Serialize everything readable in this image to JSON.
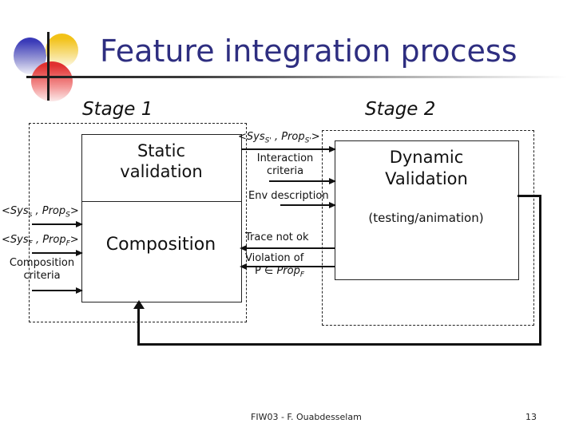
{
  "title": "Feature integration process",
  "stages": {
    "stage1": "Stage 1",
    "stage2": "Stage 2"
  },
  "boxes": {
    "static_validation": "Static validation",
    "composition": "Composition",
    "dynamic_validation": "Dynamic Validation",
    "dynamic_subtitle": "(testing/animation)"
  },
  "labels": {
    "sys_s_prime": {
      "open": "<Sys",
      "sub1": "S'",
      "sep": " , Prop",
      "sub2": "S'",
      "close": ">"
    },
    "interaction_criteria": "Interaction criteria",
    "env_description": "Env description",
    "trace_not_ok": "Trace not ok",
    "violation_line1": "Violation of",
    "violation_line2": {
      "pre": "P ∈ ",
      "prop": "Prop",
      "sub": "F"
    },
    "sys_s": {
      "open": "<Sys",
      "sub1": "s",
      "sep": " , Prop",
      "sub2": "S",
      "close": ">"
    },
    "sys_f": {
      "open": "<Sys",
      "sub1": "F",
      "sep": " , Prop",
      "sub2": "F",
      "close": ">"
    },
    "composition_criteria": "Composition criteria"
  },
  "footer": {
    "text": "FIW03 - F. Ouabdesselam",
    "page": "13"
  },
  "colors": {
    "title_text": "#2e2e80",
    "diagram_lines": "#111111",
    "logo_blue": "#3a3ab8",
    "logo_yellow": "#f2c218",
    "logo_red": "#e03030"
  }
}
